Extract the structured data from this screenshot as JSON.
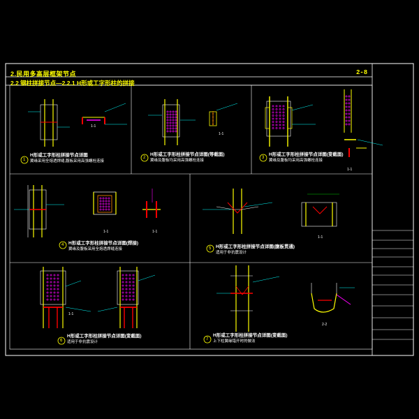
{
  "sheet": {
    "title": "2.民用多高层框架节点",
    "subtitle": "2.2 钢柱拼接节点—2.2.1 H形或工字形柱的拼接",
    "number": "2-8"
  },
  "details": [
    {
      "no": "1",
      "title": "H形或工字形柱拼接节点详图",
      "note": "翼缘采用全熔透焊缝,腹板采用高强螺栓连接"
    },
    {
      "no": "2",
      "title": "H形或工字形柱拼接节点详图(等截面)",
      "note": "翼缘及腹板均采用高强螺栓连接"
    },
    {
      "no": "3",
      "title": "H形或工字形柱拼接节点详图(变截面)",
      "note": "翼缘及腹板均采用高强螺栓连接"
    },
    {
      "no": "4",
      "title": "H形或工字形柱拼接节点详图(焊接)",
      "note": "翼缘及腹板采用全熔透焊缝连接"
    },
    {
      "no": "5",
      "title": "H形或工字形柱拼接节点详图(腹板贯通)",
      "note": "适用于非抗震设计"
    },
    {
      "no": "6",
      "title": "H形或工字形柱拼接节点详图(变截面)",
      "note": "适用于非抗震设计"
    },
    {
      "no": "7",
      "title": "H形或工字形柱拼接节点详图(变截面)",
      "note": "上下柱翼缘错开时的做法"
    }
  ],
  "section_labels": [
    "1-1",
    "1-1",
    "1-1",
    "1-1",
    "1-1",
    "1-1",
    "1-1",
    "2-2"
  ],
  "title_block": [
    "",
    "",
    "",
    "",
    "",
    "",
    "",
    "",
    "",
    "",
    "",
    ""
  ],
  "colors": {
    "frame": "#ffffff",
    "steel": "#ffff00",
    "bolt": "#ff00ff",
    "weld": "#ff0000",
    "dim": "#00ff00",
    "leader": "#00ffff",
    "hatch": "#ff8800"
  }
}
